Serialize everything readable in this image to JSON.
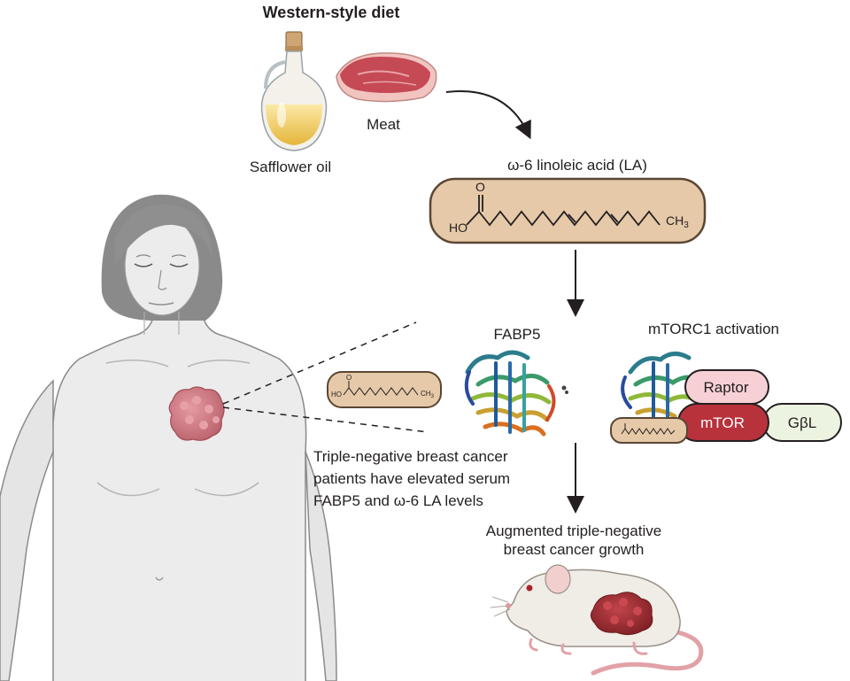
{
  "title": "Western-style diet",
  "foods": {
    "oil": "Safflower oil",
    "meat": "Meat"
  },
  "fatty_acid": {
    "name": "ω-6 linoleic acid (LA)",
    "ho": "HO",
    "o": "O",
    "ch3": "CH",
    "ch3_sub": "3"
  },
  "protein": {
    "fabp5": "FABP5",
    "small_ho": "HO",
    "small_o": "O",
    "small_ch3": "CH",
    "small_ch3_sub": "3"
  },
  "mtorc1": {
    "title": "mTORC1 activation",
    "raptor": "Raptor",
    "mtor": "mTOR",
    "gbl": "GβL"
  },
  "patient_note": [
    "Triple-negative breast cancer",
    "patients have elevated serum",
    "FABP5 and ω-6 LA levels"
  ],
  "outcome": [
    "Augmented triple-negative",
    "breast cancer growth"
  ],
  "colors": {
    "tan_box": "#e6c9a8",
    "box_stroke": "#5a4634",
    "raptor": "#f7d0d6",
    "mtor": "#b8323c",
    "gbl": "#edf3e1",
    "tumor": "#d8808a"
  }
}
